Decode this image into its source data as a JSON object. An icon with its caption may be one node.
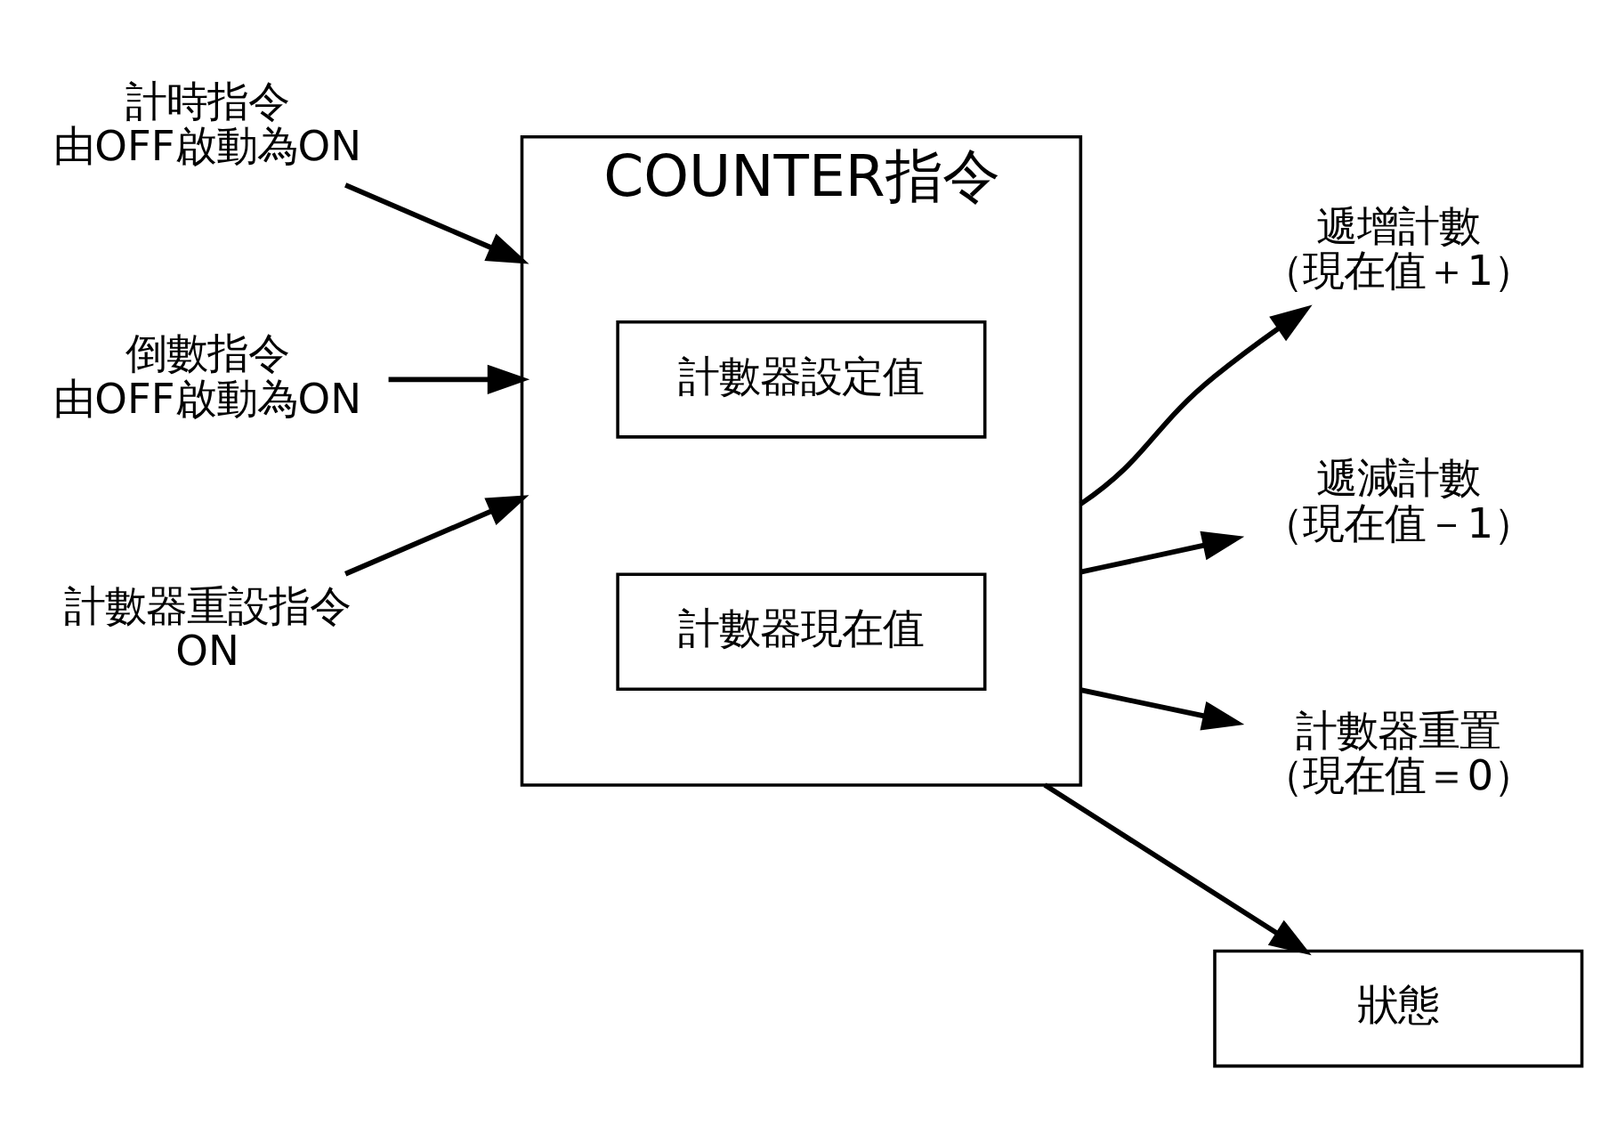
{
  "diagram": {
    "nodes": [
      {
        "text": [
          "計時指令",
          "由OFF啟動為ON"
        ]
      },
      {
        "text": [
          "倒數指令",
          "由OFF啟動為ON"
        ]
      },
      {
        "text": [
          "計數器重設指令",
          "ON"
        ]
      },
      {
        "text": [
          "COUNTER指令"
        ]
      },
      {
        "text": [
          "計數器設定值"
        ],
        "in": 3
      },
      {
        "text": [
          "計數器現在值"
        ],
        "in": 3
      },
      {
        "text": [
          "遞增計數",
          "（現在值＋1）"
        ]
      },
      {
        "text": [
          "遞減計數",
          "（現在值－1）"
        ]
      },
      {
        "text": [
          "計數器重置",
          "（現在值＝0）"
        ]
      },
      {
        "text": [
          "狀態"
        ]
      }
    ],
    "edges": [
      {
        "from": 0,
        "to": 3,
        "arrow": "to"
      },
      {
        "from": 1,
        "to": 3,
        "arrow": "to"
      },
      {
        "from": 2,
        "to": 3,
        "arrow": "to"
      },
      {
        "from": 3,
        "to": 6,
        "arrow": "to"
      },
      {
        "from": 3,
        "to": 7,
        "arrow": "to"
      },
      {
        "from": 3,
        "to": 8,
        "arrow": "to"
      },
      {
        "from": 3,
        "to": 9,
        "arrow": "to"
      }
    ]
  }
}
